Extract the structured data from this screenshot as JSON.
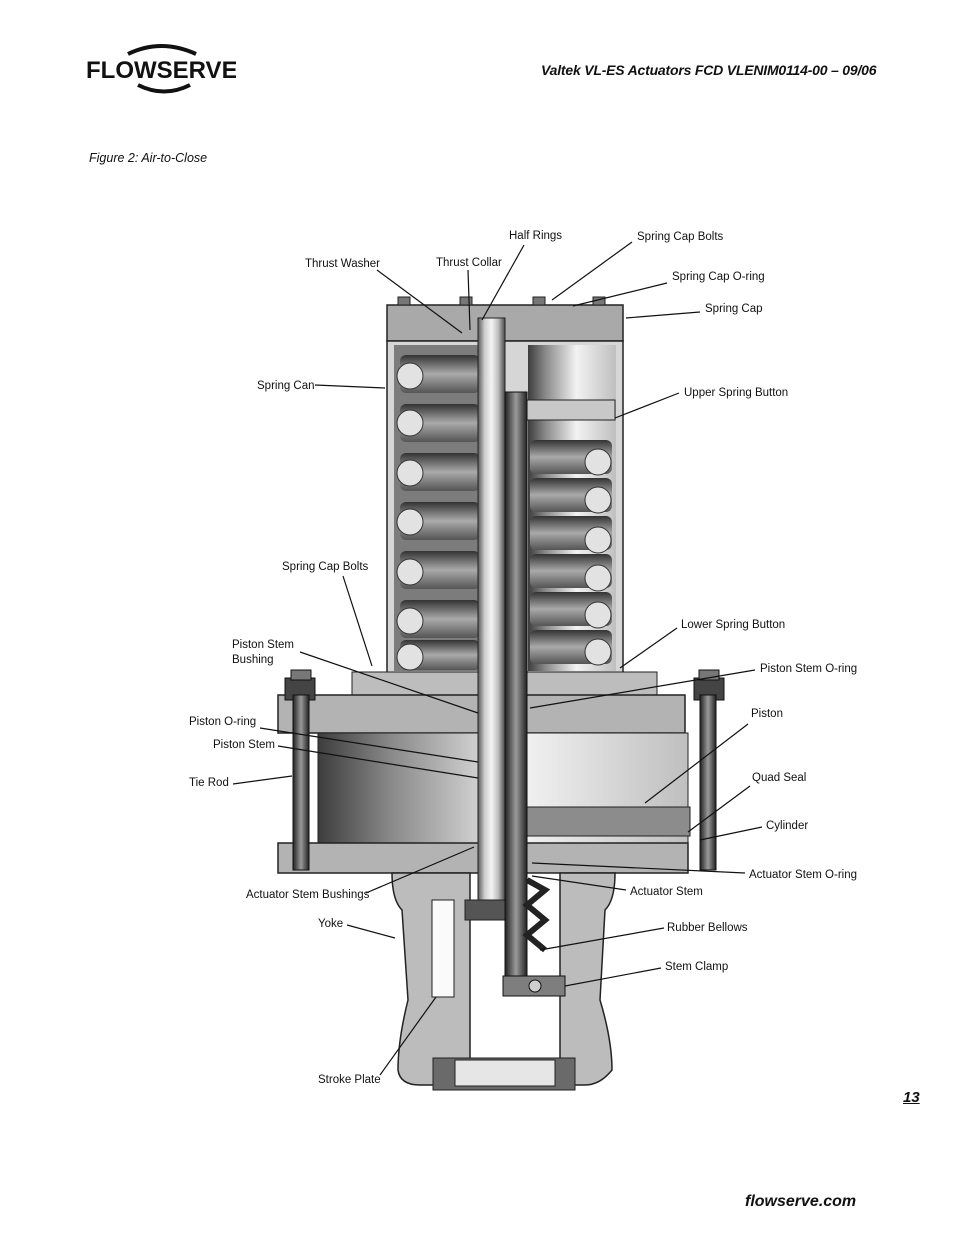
{
  "header": {
    "brand": "FLOWSERVE",
    "doc_title": "Valtek VL-ES Actuators    FCD VLENIM0114-00 – 09/06"
  },
  "figure": {
    "caption": "Figure 2: Air-to-Close",
    "labels": {
      "half_rings": "Half Rings",
      "spring_cap_bolts_top": "Spring Cap Bolts",
      "thrust_washer": "Thrust Washer",
      "thrust_collar": "Thrust Collar",
      "spring_cap_oring": "Spring Cap O-ring",
      "spring_cap": "Spring Cap",
      "spring_can": "Spring Can",
      "upper_spring_button": "Upper Spring Button",
      "spring_cap_bolts_lower": "Spring Cap Bolts",
      "lower_spring_button": "Lower Spring Button",
      "piston_stem_bushing_1": "Piston Stem",
      "piston_stem_bushing_2": "Bushing",
      "piston_stem_oring": "Piston Stem O-ring",
      "piston_oring": "Piston O-ring",
      "piston": "Piston",
      "piston_stem": "Piston Stem",
      "tie_rod": "Tie Rod",
      "quad_seal": "Quad Seal",
      "cylinder": "Cylinder",
      "actuator_stem_oring": "Actuator Stem O-ring",
      "actuator_stem_bushings": "Actuator Stem Bushings",
      "actuator_stem": "Actuator Stem",
      "yoke": "Yoke",
      "rubber_bellows": "Rubber Bellows",
      "stem_clamp": "Stem Clamp",
      "stroke_plate": "Stroke Plate"
    }
  },
  "page_number": "13",
  "footer": {
    "url": "flowserve.com"
  }
}
